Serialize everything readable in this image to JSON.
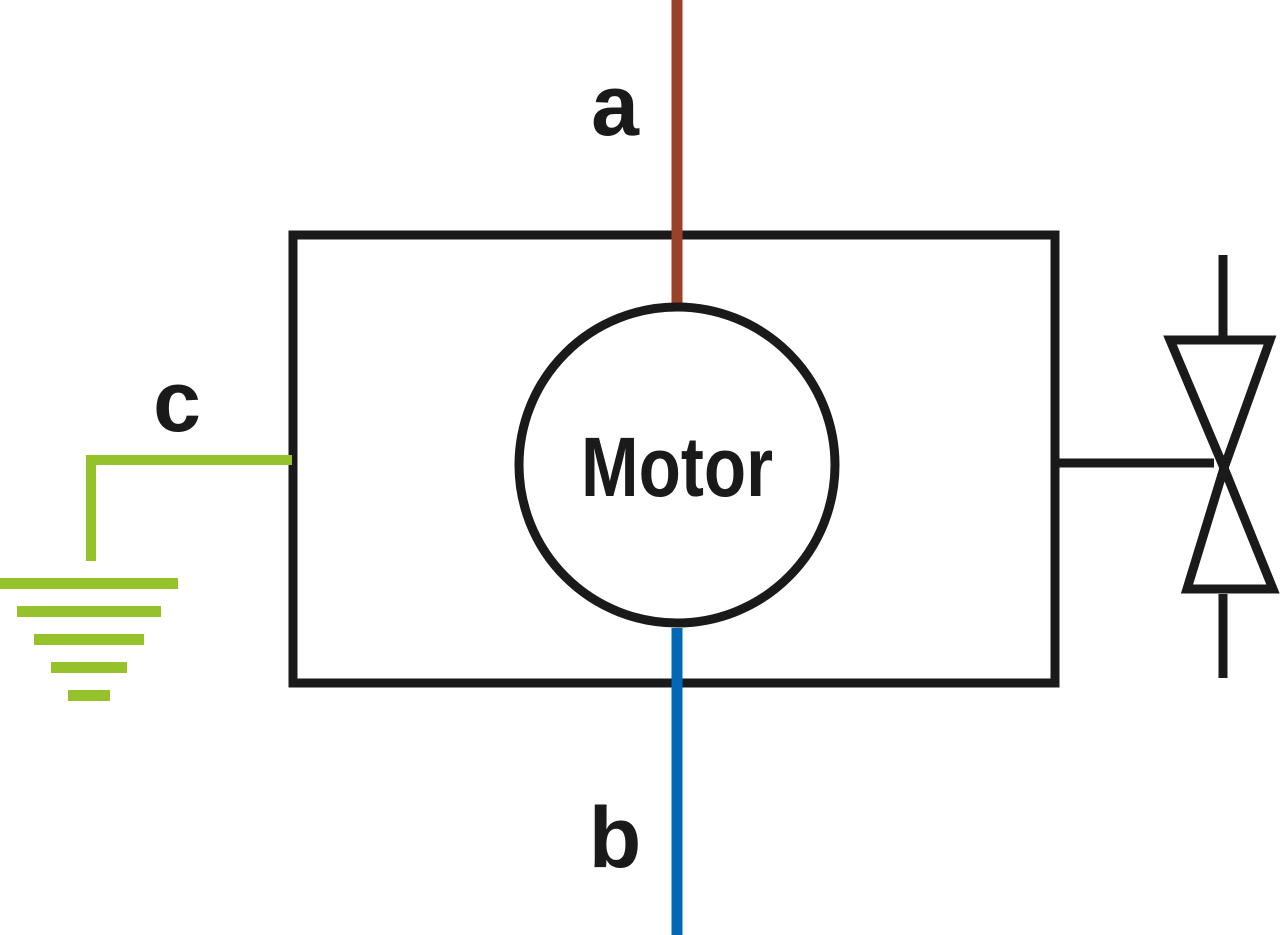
{
  "labels": {
    "a": "a",
    "b": "b",
    "c": "c",
    "motor": "Motor"
  },
  "colors": {
    "outline": "#1a1a1a",
    "wire_a": "#9b4128",
    "wire_b": "#0068b5",
    "ground": "#95c12b",
    "background": "#ffffff"
  },
  "icons": {
    "ground": "ground-symbol-icon",
    "valve": "valve-icon"
  }
}
